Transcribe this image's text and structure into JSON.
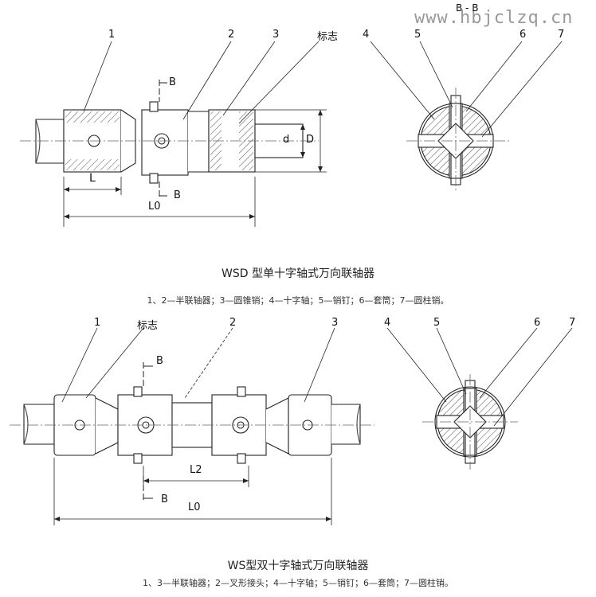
{
  "watermark": "www.hbjclzq.cn",
  "top": {
    "title": "WSD 型单十字轴式万向联轴器",
    "legend": "1、2—半联轴器；3—圆锥销；4—十字轴；5—销钉；6—套筒；7—圆柱销。",
    "callouts": {
      "n1": "1",
      "n2": "2",
      "n3": "3",
      "mark": "标志",
      "n4": "4",
      "n5": "5",
      "n6": "6",
      "n7": "7"
    },
    "section": {
      "b_top": "B",
      "b_bottom": "B",
      "bb": "B - B"
    },
    "dims": {
      "L": "L",
      "L0": "L0",
      "d": "d",
      "D": "D"
    }
  },
  "bottom": {
    "title": "WS型双十字轴式万向联轴器",
    "legend": "1、3—半联轴器；2—叉形接头；4—十字轴；5—销钉；6—套筒；7—圆柱销。",
    "callouts": {
      "n1": "1",
      "mark": "标志",
      "n2": "2",
      "n3": "3",
      "n4": "4",
      "n5": "5",
      "n6": "6",
      "n7": "7"
    },
    "section": {
      "b_top": "B",
      "b_bottom": "B"
    },
    "dims": {
      "L2": "L2",
      "L0": "L0"
    }
  }
}
